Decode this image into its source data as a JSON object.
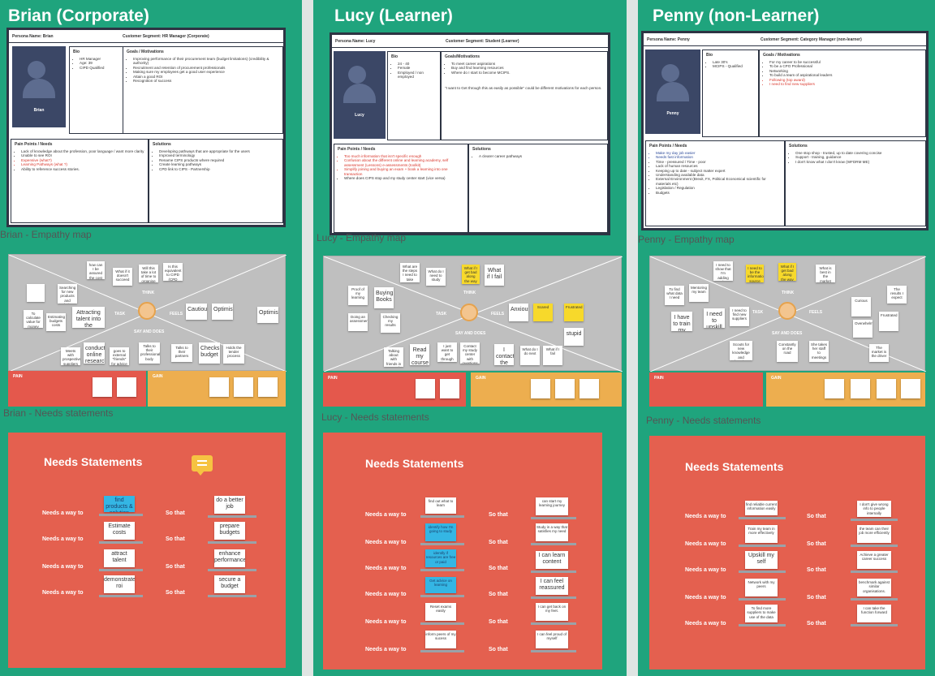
{
  "brian": {
    "title": "Brian (Corporate)",
    "persona_name": "Persona Name: Brian",
    "segment": "Customer Segment: HR Manager (Corporate)",
    "avatar_name": "Brian",
    "bio_title": "Bio",
    "bio": [
      "HR Manager",
      "Age: 39",
      "CIPD Qualified"
    ],
    "goals_title": "Goals / Motivations",
    "goals": [
      "Improving performance of their procurement team (budget limitations) (credibility & authority)",
      "Recruitment and retention of procurement professionals",
      "Making sure my employees get a good user experience",
      "Attain a good ROI",
      "Recognition of success"
    ],
    "pain_title": "Pain Points / Needs",
    "pain": [
      "Lack of knowledge about the profession, poor language / want more clarity",
      "Unable to see ROI",
      "Expensive (what?)",
      "Learning Pathways (what ?)",
      "Ability to reference success stories."
    ],
    "solutions_title": "Solutions",
    "solutions": [
      "Developing pathways that are appropriate for the users",
      "Improved terminology",
      "Rename CIPS products where required",
      "Create learning pathways",
      "CPD link to CIPS - Partnership"
    ],
    "empathy_label": "Brian - Empathy map",
    "needs_label": "Brian - Needs statements"
  },
  "lucy": {
    "title": "Lucy (Learner)",
    "persona_name": "Persona Name: Lucy",
    "segment": "Customer Segment: Student (Learner)",
    "avatar_name": "Lucy",
    "bio_title": "Bio",
    "bio": [
      "24 - 40",
      "Female",
      "Employed / non employed"
    ],
    "goals_title": "Goals/Motivations",
    "goals": [
      "To meet career aspirations",
      "Buy and find learning resources",
      "Where do I start to become MCIPS."
    ],
    "goals_note": "\"I want to Get through this as easily as possible\" could be different motivations for each person.",
    "pain_title": "Pain Points / Needs",
    "pain": [
      "Too much information that isn't specific enough",
      "Confusion about the different online and learning academy, self assessment (Lessons) e-assessments (toolkit)",
      "Simplify joining and buying an exam + book a learning into one transaction",
      "Where does CIPS stop and my study center start (vice versa)"
    ],
    "solutions_title": "Solutions",
    "solutions": [
      "A clearer career pathways"
    ],
    "empathy_label": "Lucy - Empathy map",
    "needs_label": "Lucy - Needs statements"
  },
  "penny": {
    "title": "Penny (non-Learner)",
    "persona_name": "Persona Name: Penny",
    "segment": "Customer Segment: Category Manager (non-learner)",
    "avatar_name": "Penny",
    "bio_title": "Bio",
    "bio": [
      "Late 30's",
      "MCIPS - Qualified"
    ],
    "goals_title": "Goals / Motivations",
    "goals": [
      "For my career to be successful",
      "To be a CPO Professional",
      "Networking",
      "To build a team of aspirational leaders",
      "Following (top award)",
      "I need to find new suppliers"
    ],
    "pain_title": "Pain Points / Needs",
    "pain": [
      "Make my day job easier",
      "Needs fast information",
      "Time - pressured / Time - poor",
      "Lack of human resources",
      "Keeping up to date - subject matter expert",
      "Understanding available data",
      "External Environment (Brexit, FX, Political Economical scientific for materials etc)",
      "Legislation / Regulation",
      "Budgets"
    ],
    "solutions_title": "Solutions",
    "solutions": [
      "One stop shop - trusted, up to date covering concise",
      "Support - training, guidance",
      "I don't know what I don't know (WFDRM ME)"
    ],
    "empathy_label": "Penny - Empathy map",
    "needs_label": "Penny - Needs statements"
  },
  "empathy": {
    "think": "THINK",
    "feels": "FEELS",
    "task": "TASK",
    "say_and_does": "SAY AND DOES",
    "pain": "PAIN",
    "gain": "GAIN"
  },
  "needs": {
    "title": "Needs Statements",
    "needs_a_way_to": "Needs a way to",
    "so_that": "So that",
    "brian_left": [
      "find products & solution",
      "Estimate costs",
      "attract talent",
      "demonstrate roi"
    ],
    "brian_right": [
      "do a better job",
      "prepare budgets",
      "enhance performance",
      "secure a budget"
    ],
    "lucy_left": [
      "find out what to learn",
      "identify how I'm going to study",
      "identify if resources are free or paid",
      "Get advice on learning",
      "Reset exams easily",
      "inform peers of my sucess"
    ],
    "lucy_right": [
      "can start my learning journey",
      "Study in a way that satisfies my need",
      "I can learn content",
      "I can feel reassured",
      "I can get back on my feet.",
      "I can feel proud of myself"
    ],
    "penny_left": [
      "find reliable current information easily",
      "Train my team in more effectively",
      "Upskill my self",
      "Network with my peers",
      "To find more suppliers to make use of the data"
    ],
    "penny_right": [
      "I don't give wrong info to people internally",
      "the team can their job more efficiently",
      "Achieve a greater career success",
      "benchmark against similar organisations.",
      "I can take the function forward"
    ]
  },
  "stickies": {
    "brian_think": [
      "how can I be assured the cost is worth it",
      "What if it doesn't succeed",
      "Will this take a lot of time to organise",
      "Is this equivalent to CIPD (CPD points)"
    ],
    "brian_task": [
      "To calculate value for money",
      "Searching for new products and solutions",
      "Estimating budgets costs",
      "Attracting talent into the organisation"
    ],
    "brian_feels": [
      "Cautious",
      "Optimistic",
      "Optimistic"
    ],
    "brian_say": [
      "Meets with prospective suppliers",
      "conducts online research",
      "goes to external \"friends\" for advice",
      "Talks to their professional body",
      "Talks to their partners",
      "Checks budget",
      "Holds the tender process"
    ],
    "lucy_think": [
      "What are the steps I need to take",
      "What do I need to study",
      "What if I get bad along the way",
      "What if I fail"
    ],
    "lucy_task": [
      "Proof of my learning",
      "Buying Books",
      "Doing an assessment",
      "Checking my results"
    ],
    "lucy_feels": [
      "Anxious",
      "Scared",
      "Frustrated",
      "stupid"
    ],
    "lucy_say": [
      "Talking about with friends in my study group",
      "Read my course book",
      "I just want to get through this stage",
      "Contact my study center with questions",
      "I contact the call centre",
      "What do I do next",
      "What if I fail"
    ],
    "penny_think": [
      "I need to show that I'm adding value",
      "I need to be the information source",
      "What if I get bad along the way",
      "What is best in the market"
    ],
    "penny_task": [
      "To find what data I need",
      "Mentoring my team",
      "I have to train my team",
      "I need to upskill",
      "I need to find new suppliers"
    ],
    "penny_feels": [
      "Curious",
      "The results I expect",
      "Overwhelmed",
      "Frustrated"
    ],
    "penny_say": [
      "Scouts for new knowledge and learning sources",
      "Constantly on the road",
      "She takes her staff to meetings",
      "The market is the driver"
    ]
  }
}
